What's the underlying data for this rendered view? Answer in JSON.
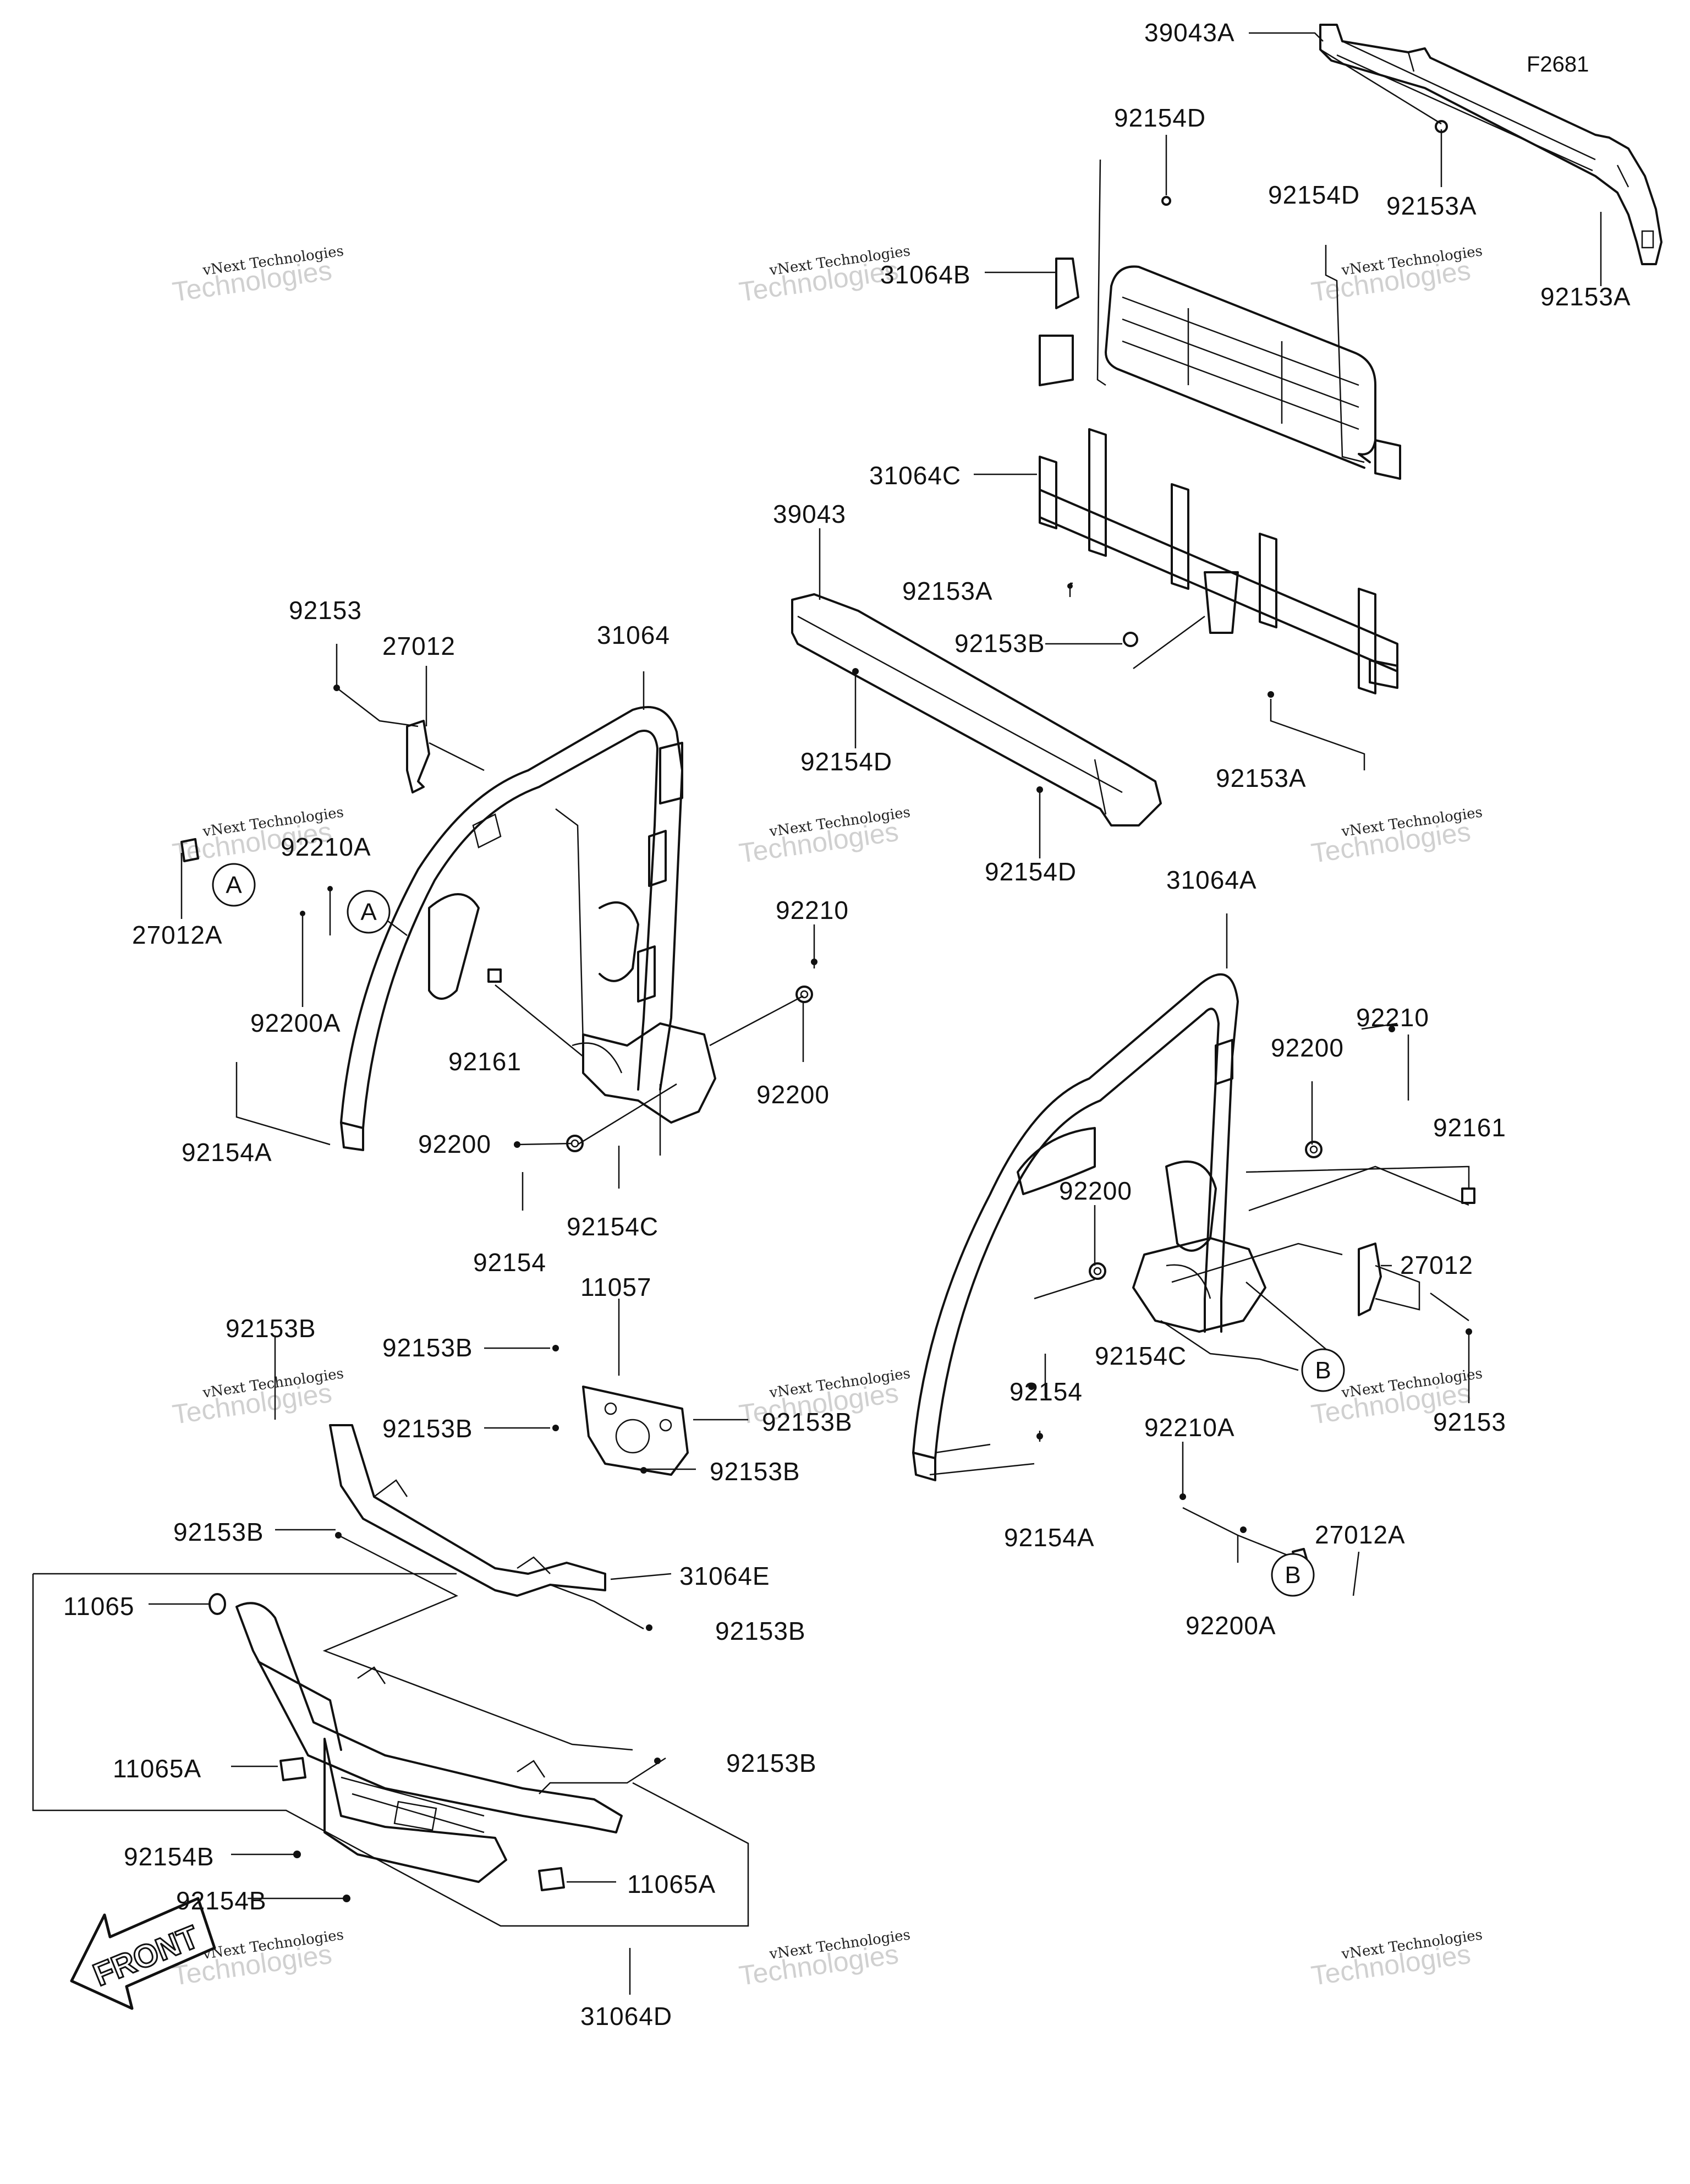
{
  "figure_code": "F2681",
  "front_label": "FRONT",
  "watermark": {
    "line1": "vNext Technologies",
    "line2": "Technologies"
  },
  "callouts": {
    "a": "A",
    "b": "B"
  },
  "labels": {
    "p39043A": "39043A",
    "p92154D_1": "92154D",
    "p92154D_2": "92154D",
    "p92153A_1": "92153A",
    "p92153A_2": "92153A",
    "p31064B": "31064B",
    "p31064C": "31064C",
    "p39043": "39043",
    "p92153A_3": "92153A",
    "p92153B_1": "92153B",
    "p92153A_4": "92153A",
    "p92154D_3": "92154D",
    "p92154D_4": "92154D",
    "p92153_1": "92153",
    "p27012_1": "27012",
    "p31064": "31064",
    "p92210A_1": "92210A",
    "p27012A_1": "27012A",
    "p92200A_1": "92200A",
    "p92210_1": "92210",
    "p92161_1": "92161",
    "p92200_1": "92200",
    "p92154A_1": "92154A",
    "p92200_2": "92200",
    "p92154C_1": "92154C",
    "p92154_1": "92154",
    "p31064A": "31064A",
    "p92210_2": "92210",
    "p92200_3": "92200",
    "p92161_2": "92161",
    "p92200_4": "92200",
    "p27012_2": "27012",
    "p92154C_2": "92154C",
    "p92154_2": "92154",
    "p92153_2": "92153",
    "p92154A_2": "92154A",
    "p92210A_2": "92210A",
    "p27012A_2": "27012A",
    "p92200A_2": "92200A",
    "p11057": "11057",
    "p92153B_2": "92153B",
    "p92153B_3": "92153B",
    "p92153B_4": "92153B",
    "p92153B_5": "92153B",
    "p92153B_6": "92153B",
    "p92153B_7": "92153B",
    "p31064E": "31064E",
    "p92153B_8": "92153B",
    "p11065": "11065",
    "p92153B_9": "92153B",
    "p11065A_1": "11065A",
    "p92154B_1": "92154B",
    "p92154B_2": "92154B",
    "p11065A_2": "11065A",
    "p31064D": "31064D"
  }
}
